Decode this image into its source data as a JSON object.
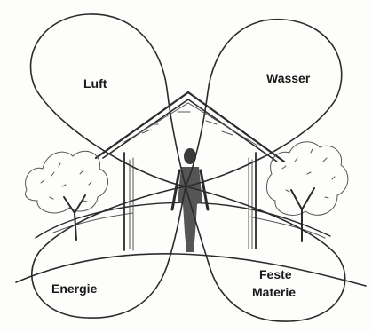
{
  "labels": {
    "top_left": "Luft",
    "top_right": "Wasser",
    "bottom_left": "Energie",
    "bottom_right_line1": "Feste",
    "bottom_right_line2": "Materie"
  }
}
